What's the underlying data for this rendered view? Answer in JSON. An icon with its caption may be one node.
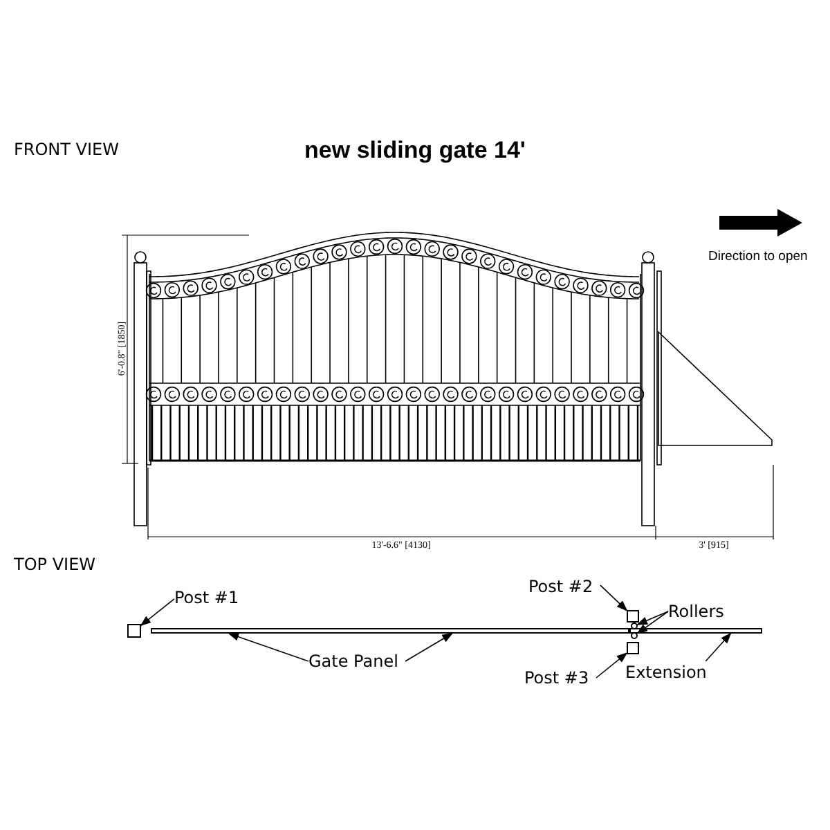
{
  "diagram": {
    "title": "new sliding gate 14'",
    "nodes": [
      {
        "text": [
          "Post #1"
        ]
      },
      {
        "text": [],
        "shape": "box"
      },
      {
        "text": [
          "Gate Panel"
        ]
      },
      {
        "text": [],
        "shape": "bar"
      },
      {
        "text": [
          "Post #2"
        ]
      },
      {
        "text": [],
        "shape": "box"
      },
      {
        "text": [
          "Rollers"
        ]
      },
      {
        "text": [],
        "shape": "circle"
      },
      {
        "text": [],
        "shape": "circle"
      },
      {
        "text": [
          "Post #3"
        ]
      },
      {
        "text": [],
        "shape": "box"
      },
      {
        "text": [
          "Extension"
        ]
      },
      {
        "text": [],
        "shape": "bar"
      }
    ],
    "edges": [
      {
        "from": 0,
        "to": 1,
        "arrow": "to"
      },
      {
        "from": 2,
        "to": 3,
        "arrow": "to"
      },
      {
        "from": 2,
        "to": 3,
        "arrow": "to"
      },
      {
        "from": 4,
        "to": 5,
        "arrow": "to"
      },
      {
        "from": 6,
        "to": 7,
        "arrow": "to"
      },
      {
        "from": 6,
        "to": 8,
        "arrow": "to"
      },
      {
        "from": 9,
        "to": 10,
        "arrow": "to"
      },
      {
        "from": 11,
        "to": 12,
        "arrow": "to"
      }
    ],
    "labels": [
      "FRONT VIEW",
      "Direction to open",
      "6'-0.8\" [1850]",
      "13'-6.6\" [4130]",
      "3' [915]",
      "TOP VIEW"
    ]
  }
}
